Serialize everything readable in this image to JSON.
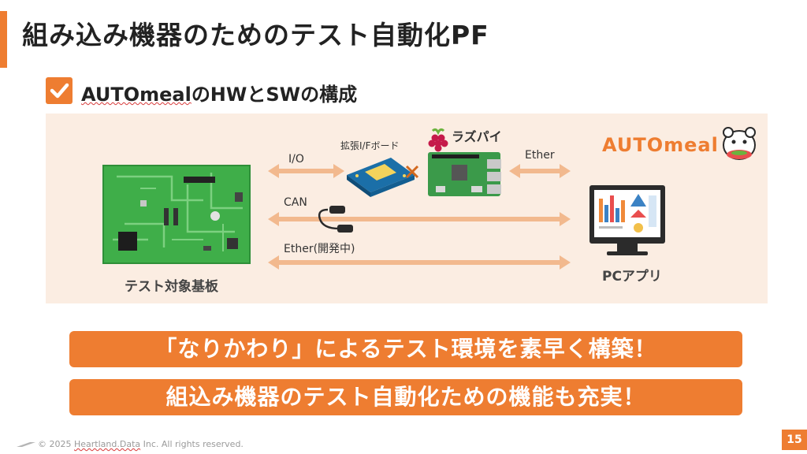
{
  "title": "組み込み機器のためのテスト自動化PF",
  "subtitle_prefix": "AUTOmeal",
  "subtitle_rest": "のHWとSWの構成",
  "diagram": {
    "io_label": "I/O",
    "board_label": "拡張I/Fボード",
    "raspi_label": "ラズパイ",
    "ether_label": "Ether",
    "can_label": "CAN",
    "ether_dev_label": "Ether(開発中)",
    "target_label": "テスト対象基板",
    "pc_label": "PCアプリ",
    "logo_text": "AUTOmeal"
  },
  "banners": [
    "「なりかわり」によるテスト環境を素早く構築！",
    "組込み機器のテスト自動化ための機能も充実！"
  ],
  "footer": {
    "copyright_prefix": "© 2025 ",
    "company": "Heartland.Data",
    "copyright_suffix": " Inc. All rights reserved."
  },
  "page_number": "15",
  "colors": {
    "accent": "#ee7d31",
    "diagram_bg": "#fbede2",
    "arrow": "#f2b98e",
    "pcb_green": "#3fae49"
  }
}
